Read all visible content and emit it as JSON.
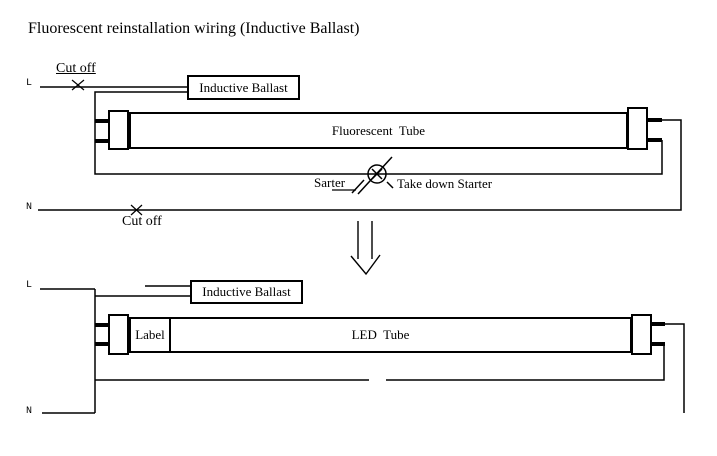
{
  "title": "Fluorescent reinstallation wiring (Inductive Ballast)",
  "colors": {
    "ink": "#000000",
    "background": "#ffffff"
  },
  "fluorescent_circuit": {
    "live_label": "L",
    "neutral_label": "N",
    "live_cut_label": "Cut off",
    "neutral_cut_label": "Cut off",
    "ballast_label": "Inductive Ballast",
    "tube_label": "Fluorescent  Tube",
    "starter_label": "Sarter",
    "starter_action_label": "Take down Starter"
  },
  "led_circuit": {
    "live_label": "L",
    "neutral_label": "N",
    "ballast_label": "Inductive Ballast",
    "label_box_label": "Label",
    "tube_label": "LED  Tube"
  }
}
